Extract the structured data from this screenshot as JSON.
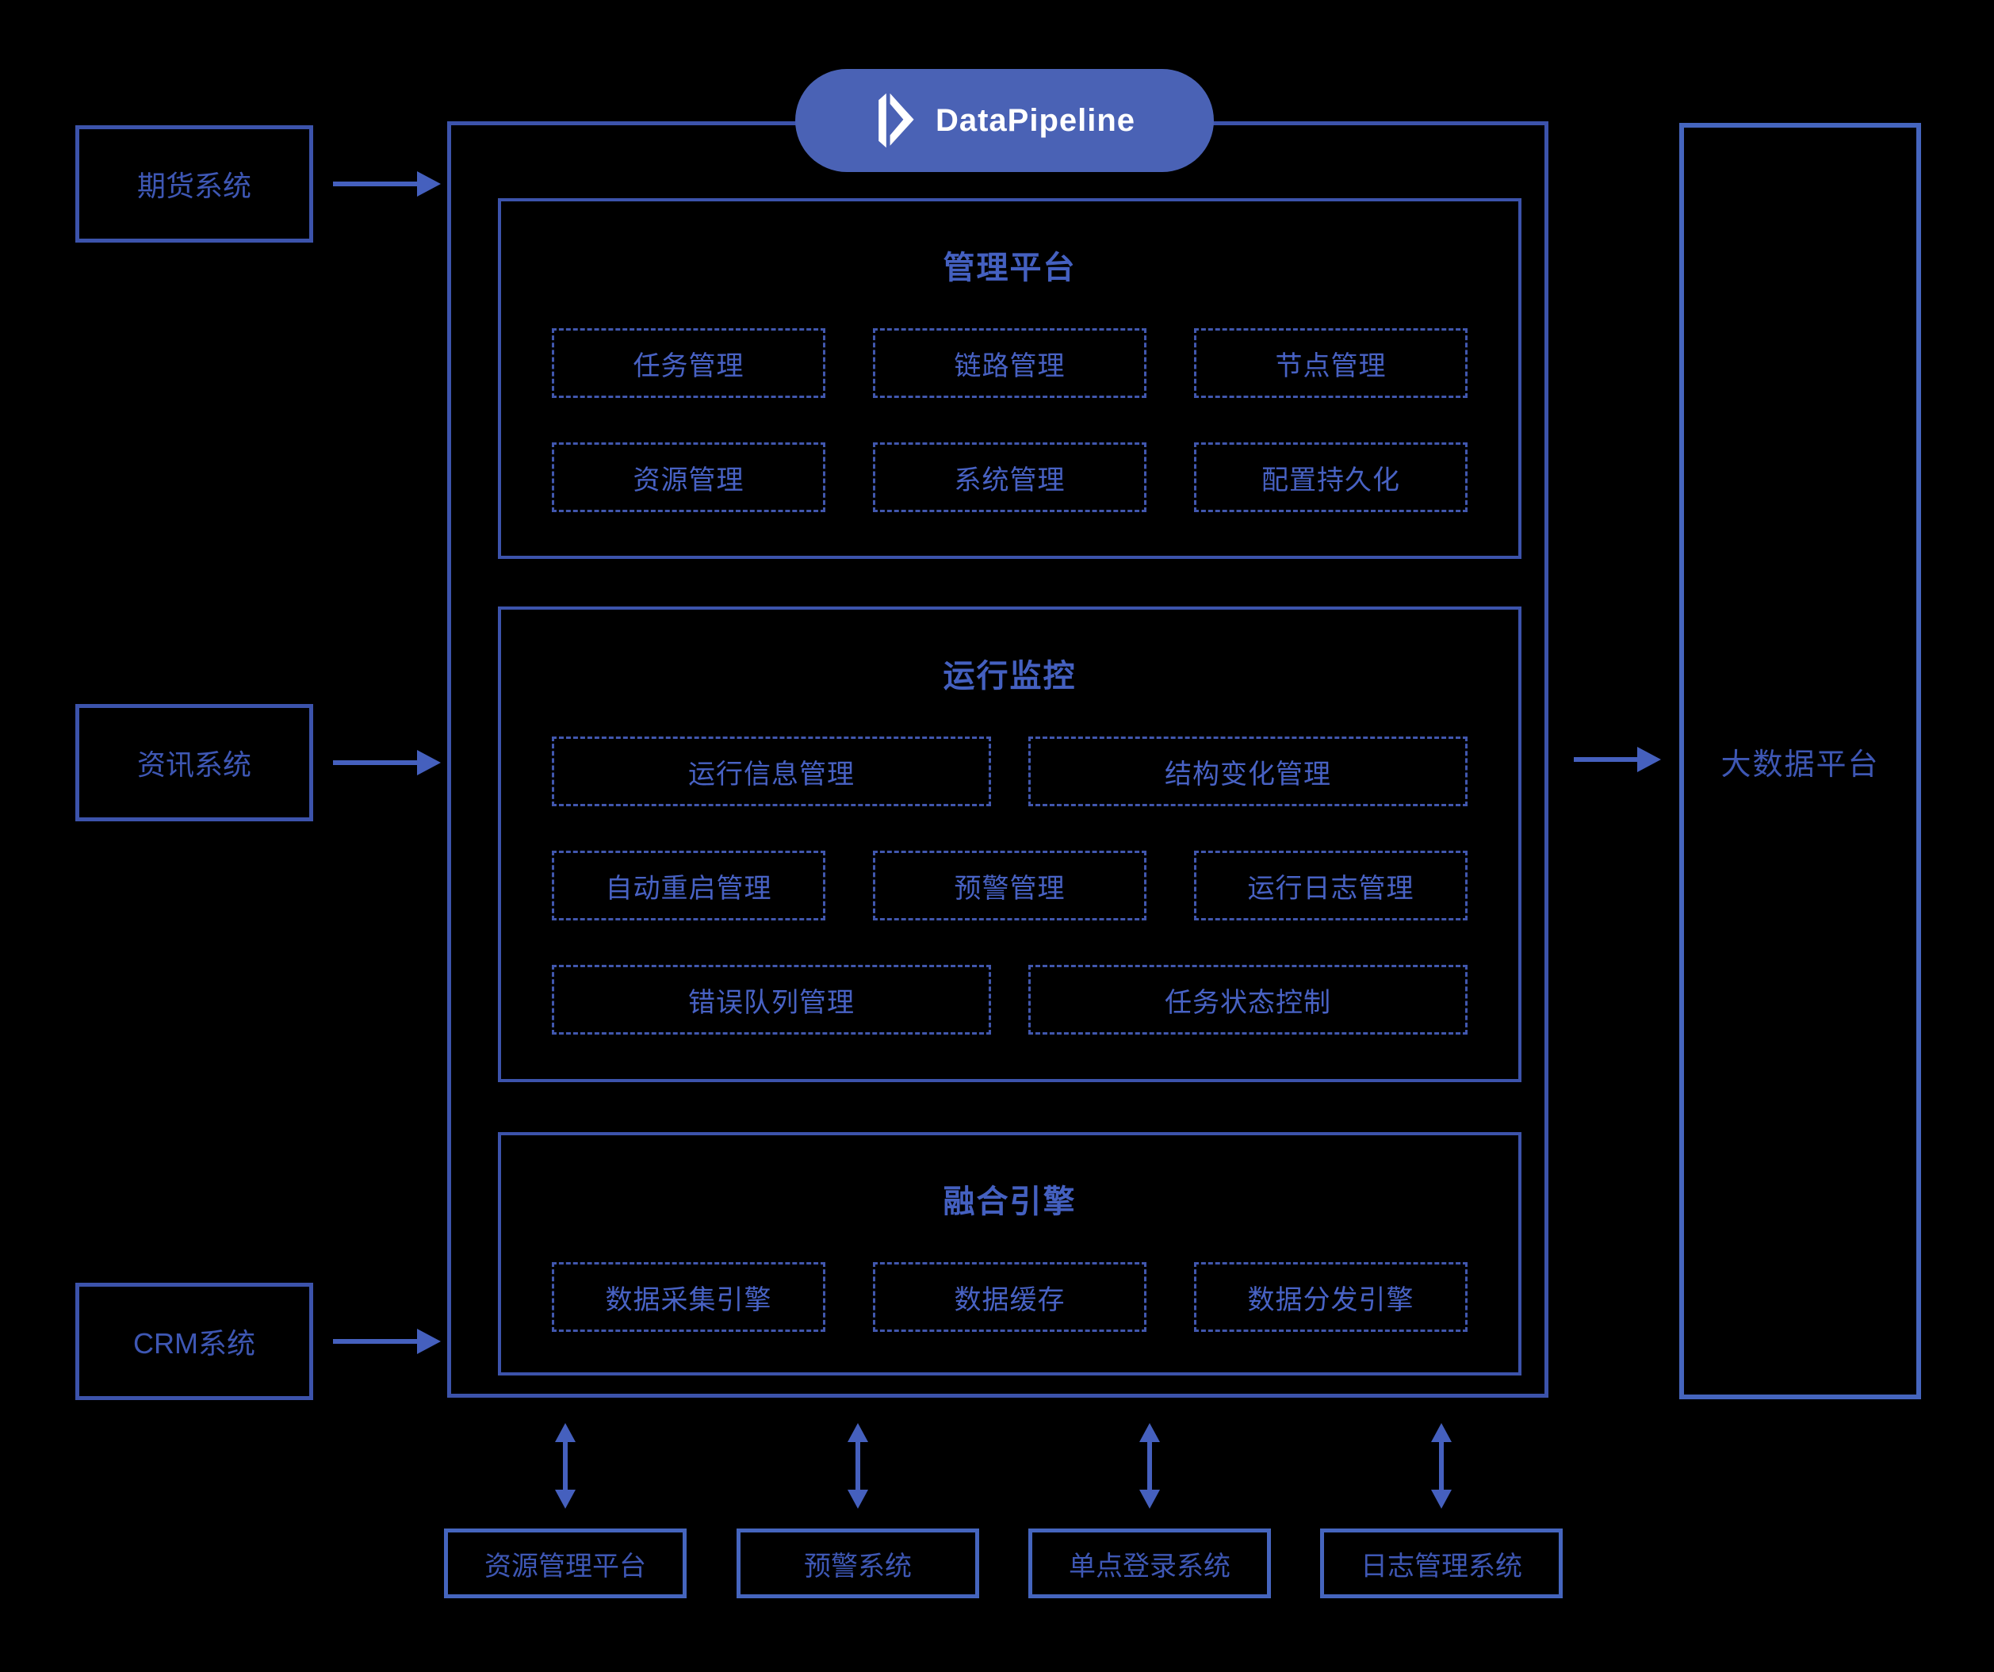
{
  "brand": {
    "name": "DataPipeline",
    "logo_icon": "datapipeline-prism-logo"
  },
  "sources": [
    "期货系统",
    "资讯系统",
    "CRM系统"
  ],
  "platform": {
    "sections": [
      {
        "title": "管理平台",
        "rows": [
          [
            "任务管理",
            "链路管理",
            "节点管理"
          ],
          [
            "资源管理",
            "系统管理",
            "配置持久化"
          ]
        ]
      },
      {
        "title": "运行监控",
        "rows": [
          [
            "运行信息管理",
            "结构变化管理"
          ],
          [
            "自动重启管理",
            "预警管理",
            "运行日志管理"
          ],
          [
            "错误队列管理",
            "任务状态控制"
          ]
        ]
      },
      {
        "title": "融合引擎",
        "rows": [
          [
            "数据采集引擎",
            "数据缓存",
            "数据分发引擎"
          ]
        ]
      }
    ]
  },
  "target": "大数据平台",
  "bottom_systems": [
    "资源管理平台",
    "预警系统",
    "单点登录系统",
    "日志管理系统"
  ],
  "colors": {
    "background": "#000000",
    "solid_border": "#3C53AB",
    "solid_border_bright": "#4565BE",
    "dashed_border": "#4157AE",
    "outer_label_text": "#3E57B4",
    "inner_label_text": "#4862C4",
    "section_title_text": "#4460C0",
    "arrow": "#4560BE",
    "pill_background": "#4A62B5",
    "pill_text": "#FFFFFF"
  }
}
